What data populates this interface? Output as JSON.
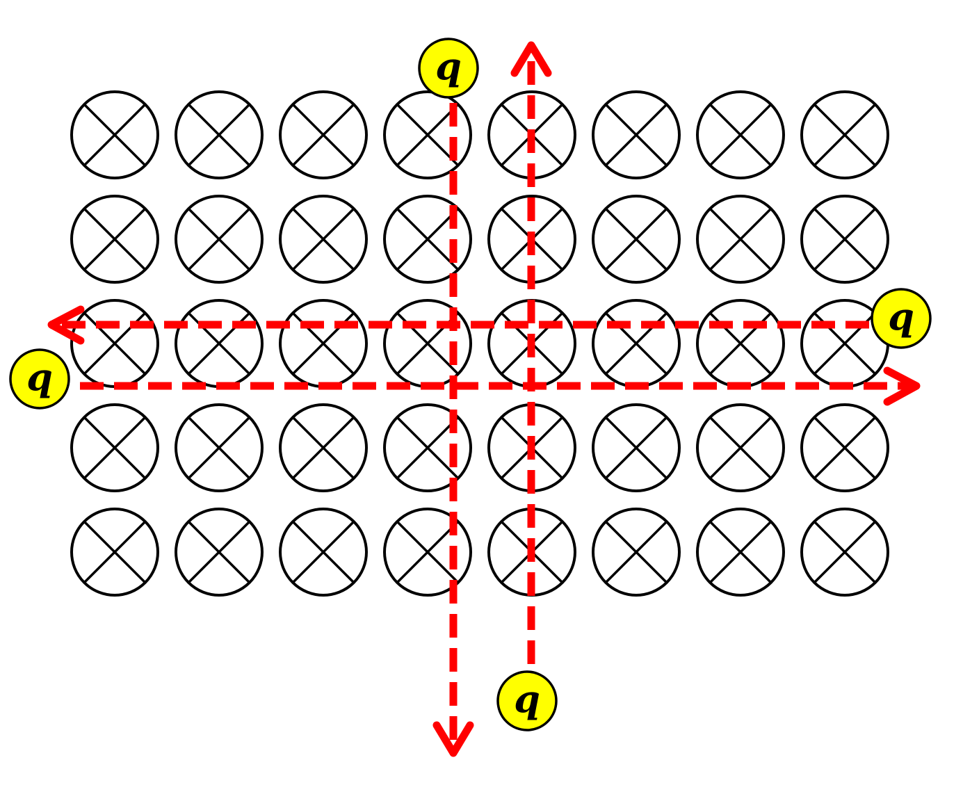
{
  "figure": {
    "field_symbol": "cross-into-page-icon",
    "field_rows": 5,
    "field_cols": 8,
    "colors": {
      "field": "#000000",
      "path": "#ff0000",
      "charge_fill": "#ffff00",
      "charge_stroke": "#000000",
      "background": "#ffffff"
    }
  },
  "charges": [
    {
      "label": "q",
      "direction": "down"
    },
    {
      "label": "q",
      "direction": "up"
    },
    {
      "label": "q",
      "direction": "left"
    },
    {
      "label": "q",
      "direction": "right"
    }
  ]
}
